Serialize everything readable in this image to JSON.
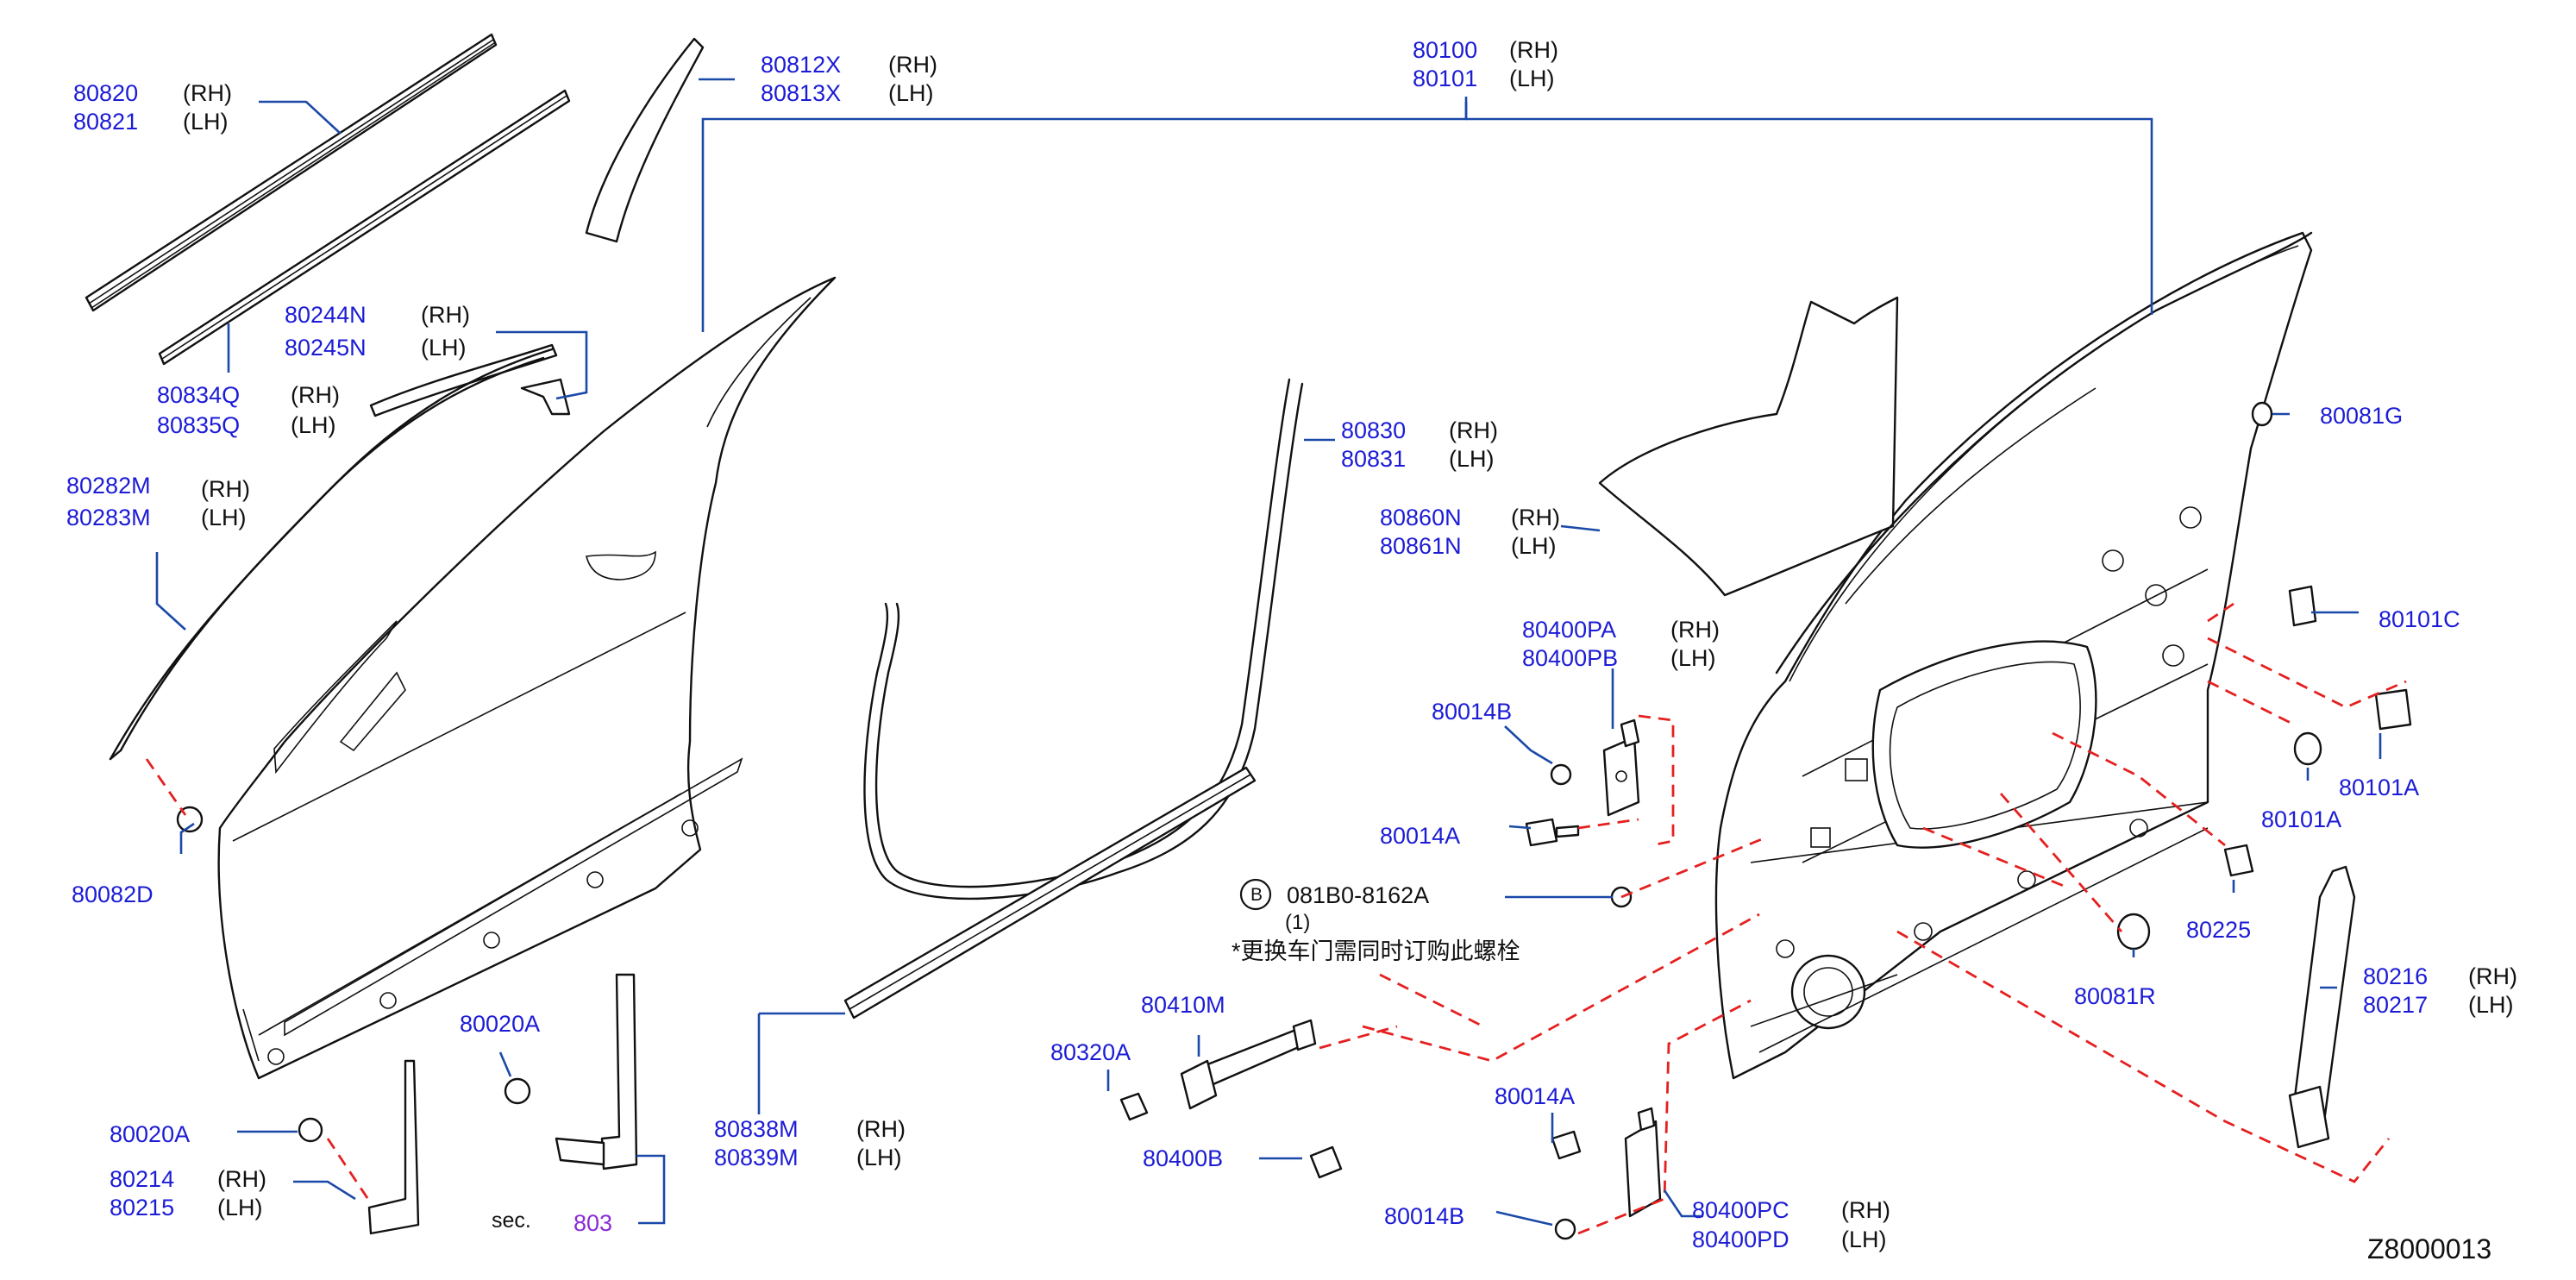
{
  "labels": {
    "p80820": "80820",
    "p80821": "80821",
    "p80812x": "80812X",
    "p80813x": "80813X",
    "p80100": "80100",
    "p80101": "80101",
    "p80244n": "80244N",
    "p80245n": "80245N",
    "p80834q": "80834Q",
    "p80835q": "80835Q",
    "p80282m": "80282M",
    "p80283m": "80283M",
    "p80830": "80830",
    "p80831": "80831",
    "p80860n": "80860N",
    "p80861n": "80861N",
    "p80081g": "80081G",
    "p80101c": "80101C",
    "p80400pa": "80400PA",
    "p80400pb": "80400PB",
    "p80014b_top": "80014B",
    "p80014a_mid": "80014A",
    "p80101a": "80101A",
    "p80101a_ring": "80101A",
    "p80082d": "80082D",
    "bolt_code": "081B0-8162A",
    "bolt_qty": "(1)",
    "bolt_note": "*更换车门需同时订购此螺栓",
    "bolt_badge": "B",
    "p80225": "80225",
    "p80081r": "80081R",
    "p80216": "80216",
    "p80217": "80217",
    "p80410m": "80410M",
    "p80320a": "80320A",
    "p80020a_mid": "80020A",
    "p80020a_left": "80020A",
    "p80214": "80214",
    "p80215": "80215",
    "p80838m": "80838M",
    "p80839m": "80839M",
    "p80400b": "80400B",
    "p80014a_low": "80014A",
    "p80014b_low": "80014B",
    "p80400pc": "80400PC",
    "p80400pd": "80400PD",
    "sec_prefix": "sec.",
    "sec_num": "803",
    "diagram_id": "Z8000013",
    "rh": "(RH)",
    "lh": "(LH)"
  },
  "colors": {
    "part_number": "#1c1cd6",
    "leader": "#1a49a8",
    "dashed_link": "#e52020",
    "section_ref": "#8a2bd4",
    "linework": "#111111"
  }
}
